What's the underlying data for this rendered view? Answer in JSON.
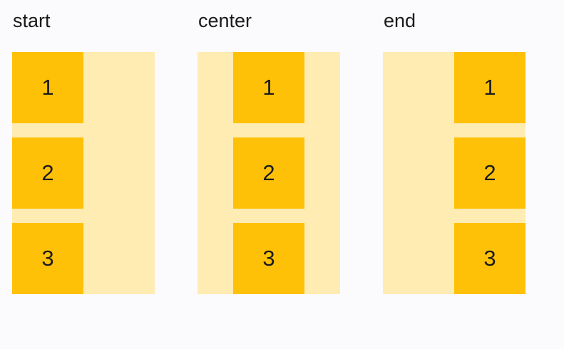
{
  "colors": {
    "page_bg": "#fbfbfe",
    "container_bg": "#ffecb3",
    "item_bg": "#ffc107",
    "text": "#1b1b1b"
  },
  "columns": [
    {
      "label": "start",
      "alignment": "start",
      "items": [
        "1",
        "2",
        "3"
      ]
    },
    {
      "label": "center",
      "alignment": "center",
      "items": [
        "1",
        "2",
        "3"
      ]
    },
    {
      "label": "end",
      "alignment": "end",
      "items": [
        "1",
        "2",
        "3"
      ]
    }
  ]
}
